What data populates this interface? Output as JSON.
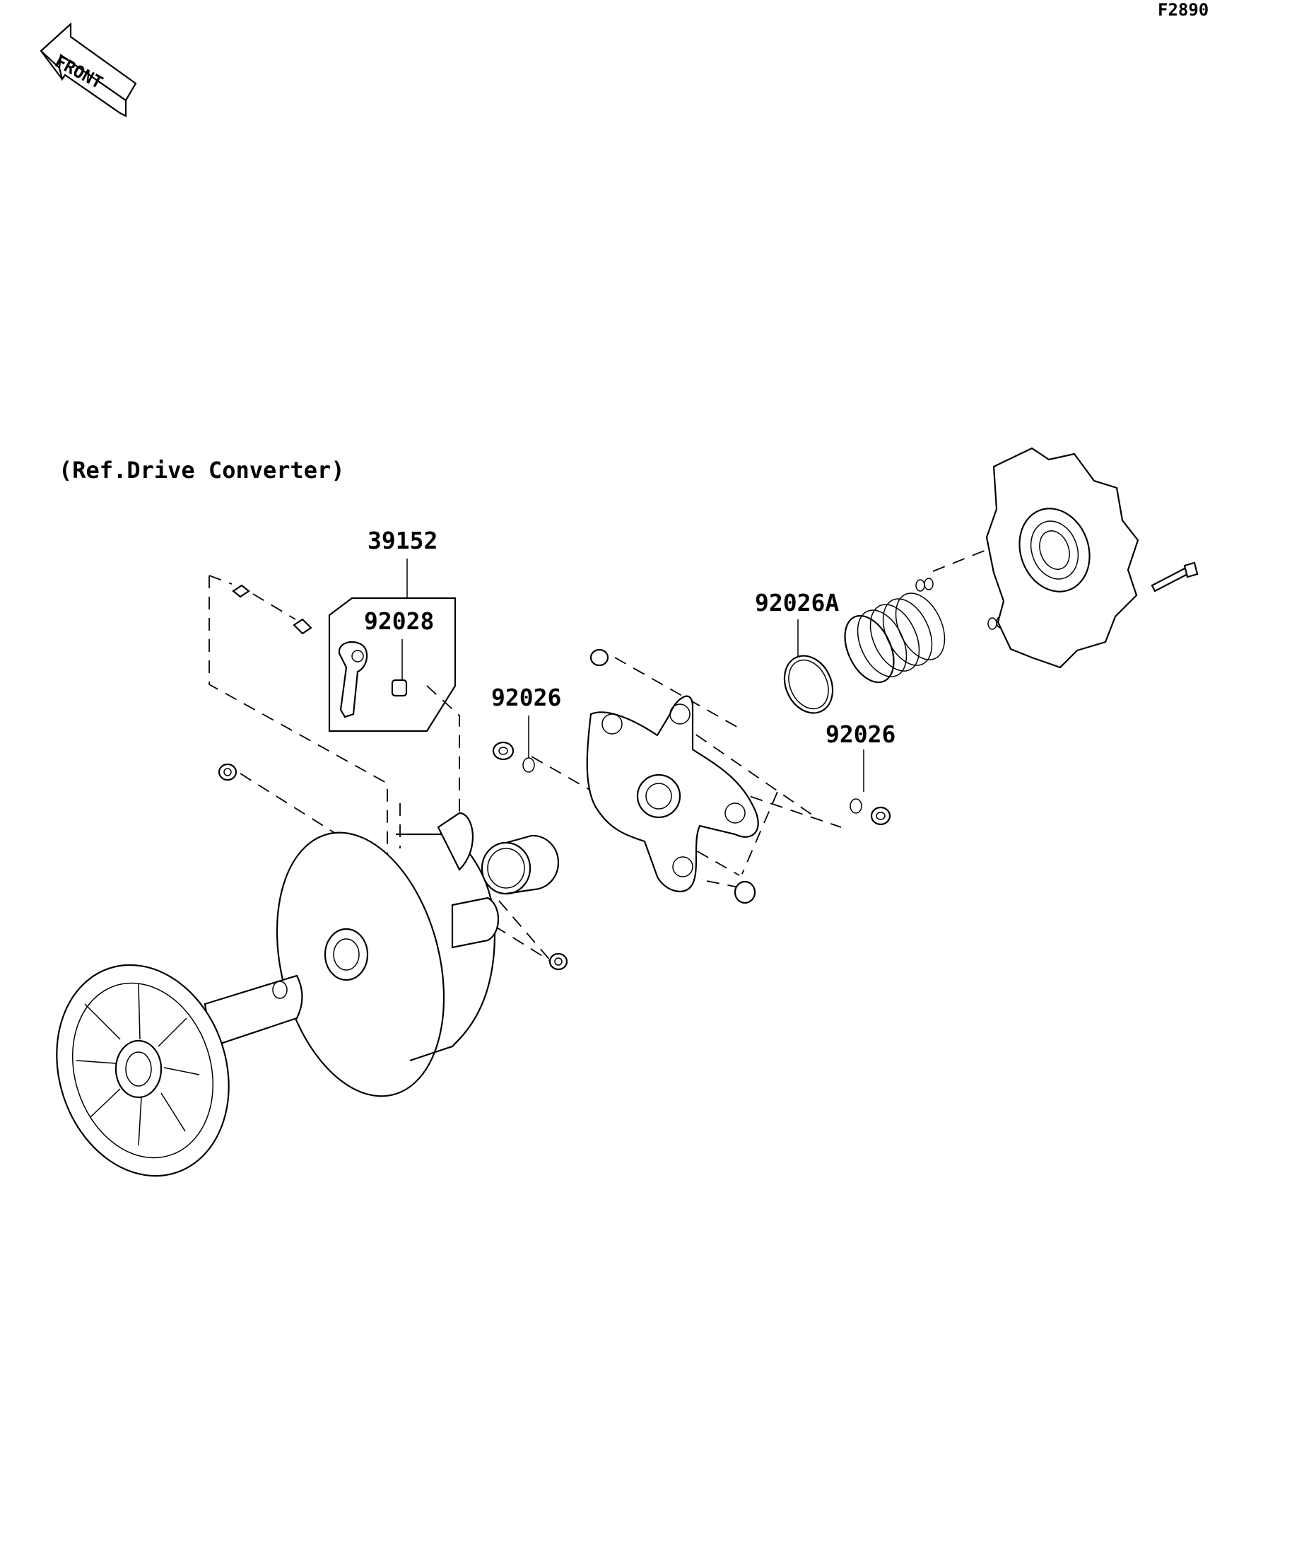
{
  "figure_id": "F2890",
  "front_arrow": {
    "label": "FRONT",
    "icon": "front-direction-arrow-icon"
  },
  "reference_note": "(Ref.Drive Converter)",
  "callouts": [
    {
      "part_no": "39152"
    },
    {
      "part_no": "92028"
    },
    {
      "part_no": "92026"
    },
    {
      "part_no": "92026A"
    },
    {
      "part_no": "92026"
    }
  ],
  "parts": [
    {
      "name": "lever-weight",
      "icon": "weight-lever-icon"
    },
    {
      "name": "pin",
      "icon": "pin-icon"
    },
    {
      "name": "spider",
      "icon": "spider-icon"
    },
    {
      "name": "spring",
      "icon": "coil-spring-icon"
    },
    {
      "name": "cover",
      "icon": "converter-cover-icon"
    },
    {
      "name": "fixed-sheave",
      "icon": "fan-sheave-icon"
    },
    {
      "name": "movable-sheave",
      "icon": "movable-sheave-icon"
    },
    {
      "name": "bushing",
      "icon": "bushing-icon"
    },
    {
      "name": "bolt",
      "icon": "bolt-icon"
    }
  ]
}
